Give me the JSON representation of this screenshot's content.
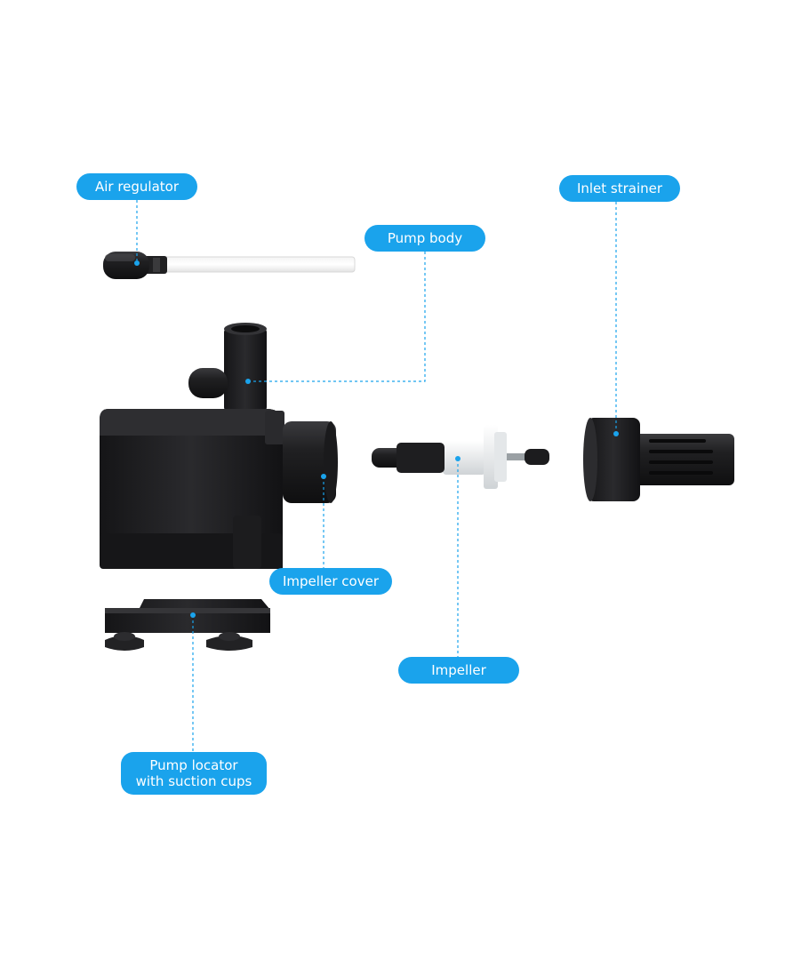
{
  "colors": {
    "accent": "#1aa3ec",
    "part_body": "#1c1c1e",
    "part_highlight": "#3a3a3c",
    "impeller_white": "#f2f2f2"
  },
  "labels": {
    "air_regulator": "Air regulator",
    "pump_body": "Pump body",
    "inlet_strainer": "Inlet strainer",
    "impeller_cover": "Impeller cover",
    "impeller": "Impeller",
    "pump_locator_line1": "Pump locator",
    "pump_locator_line2": "with suction cups"
  }
}
